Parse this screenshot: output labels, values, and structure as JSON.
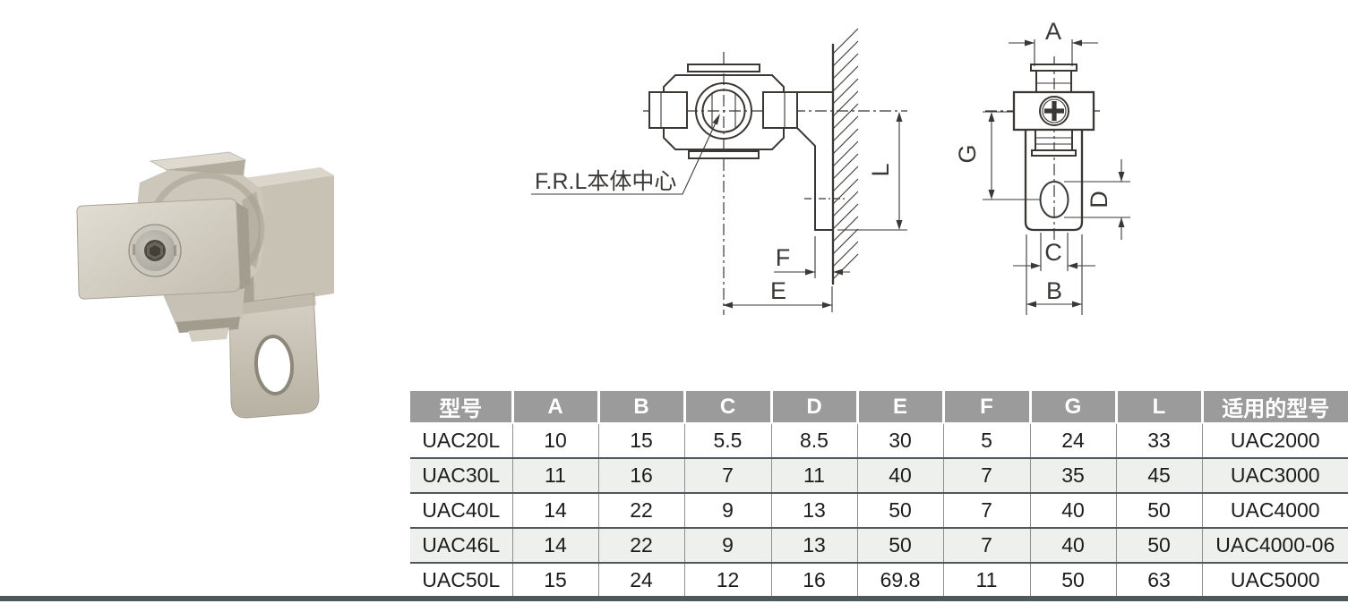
{
  "table": {
    "headers": [
      "型号",
      "A",
      "B",
      "C",
      "D",
      "E",
      "F",
      "G",
      "L",
      "适用的型号"
    ],
    "rows": [
      [
        "UAC20L",
        "10",
        "15",
        "5.5",
        "8.5",
        "30",
        "5",
        "24",
        "33",
        "UAC2000"
      ],
      [
        "UAC30L",
        "11",
        "16",
        "7",
        "11",
        "40",
        "7",
        "35",
        "45",
        "UAC3000"
      ],
      [
        "UAC40L",
        "14",
        "22",
        "9",
        "13",
        "50",
        "7",
        "40",
        "50",
        "UAC4000"
      ],
      [
        "UAC46L",
        "14",
        "22",
        "9",
        "13",
        "50",
        "7",
        "40",
        "50",
        "UAC4000-06"
      ],
      [
        "UAC50L",
        "15",
        "24",
        "12",
        "16",
        "69.8",
        "11",
        "50",
        "63",
        "UAC5000"
      ]
    ]
  },
  "diagrams": {
    "side_view": {
      "callout": "F.R.L本体中心",
      "dims": {
        "L": "L",
        "F": "F",
        "E": "E"
      }
    },
    "front_view": {
      "dims": {
        "A": "A",
        "G": "G",
        "D": "D",
        "C": "C",
        "B": "B"
      }
    }
  },
  "colors": {
    "header_bg": "#9b9b9b",
    "row_alt": "#eef0ee",
    "table_divider": "#4d585b",
    "drawing_line": "#3b3734",
    "metal_light": "#dedacf",
    "metal_dark": "#a59f91"
  }
}
